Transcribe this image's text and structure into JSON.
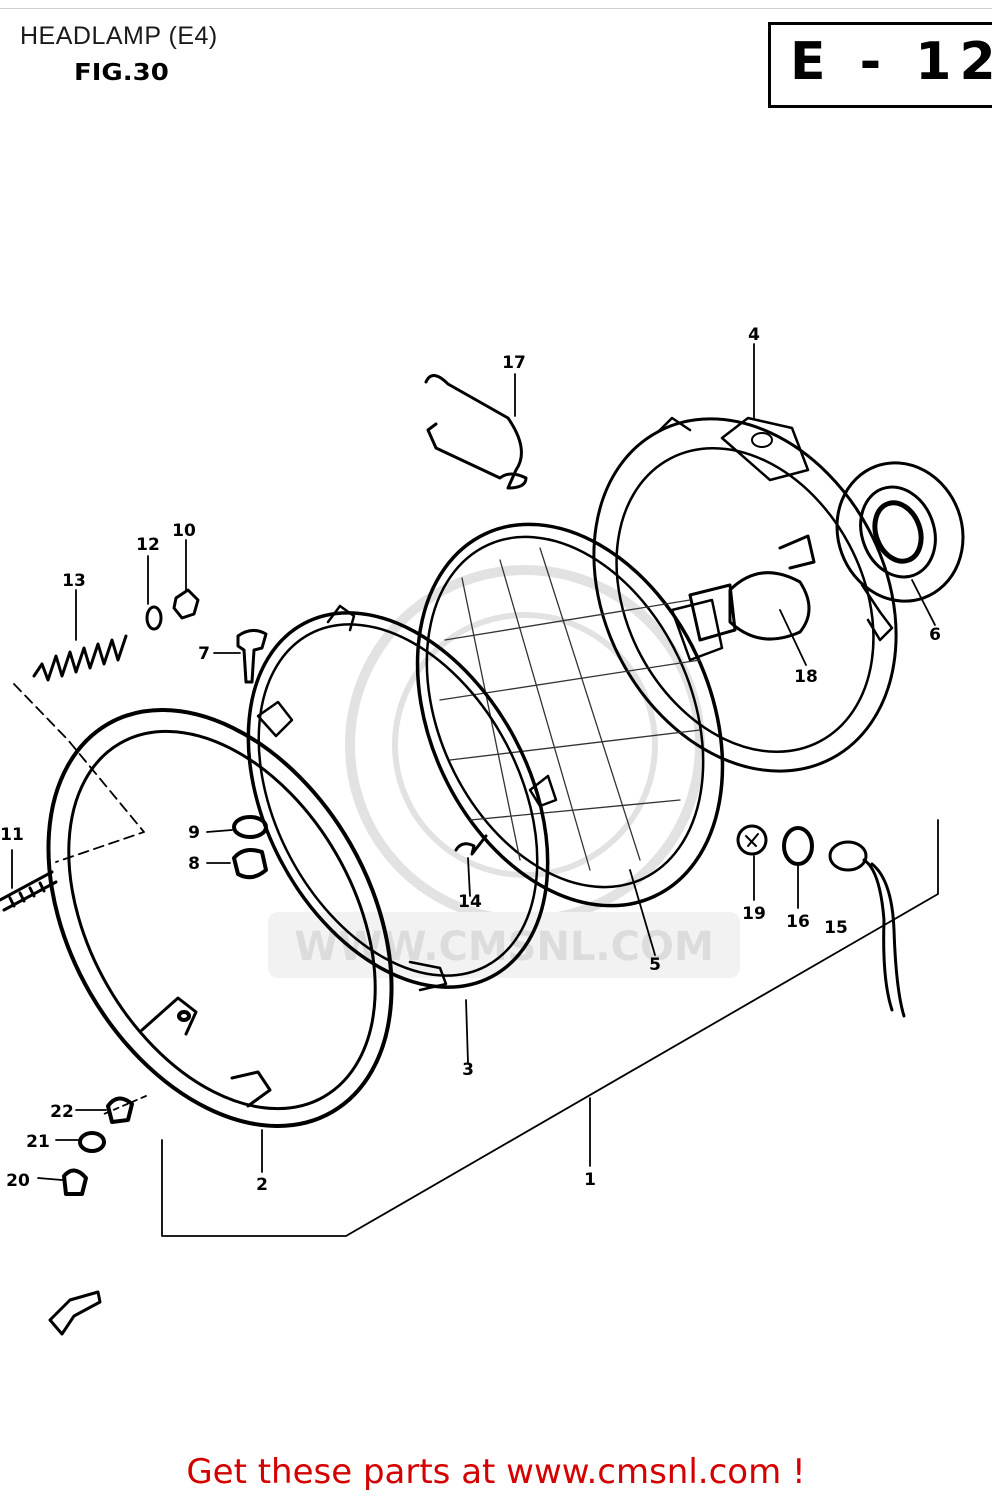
{
  "header": {
    "title": "HEADLAMP (E4)",
    "figure": "FIG.30",
    "section_code": "E - 12"
  },
  "watermark": {
    "url_text": "WWW.CMSNL.COM"
  },
  "callouts": [
    "1",
    "2",
    "3",
    "4",
    "5",
    "6",
    "7",
    "8",
    "9",
    "10",
    "11",
    "12",
    "13",
    "14",
    "15",
    "16",
    "17",
    "18",
    "19",
    "20",
    "21",
    "22"
  ],
  "footer": {
    "link_text": "Get these parts at www.cmsnl.com !",
    "link_color": "#d40000"
  },
  "icons": [
    "front-direction-arrow-icon",
    "watermark-logo-icon"
  ]
}
